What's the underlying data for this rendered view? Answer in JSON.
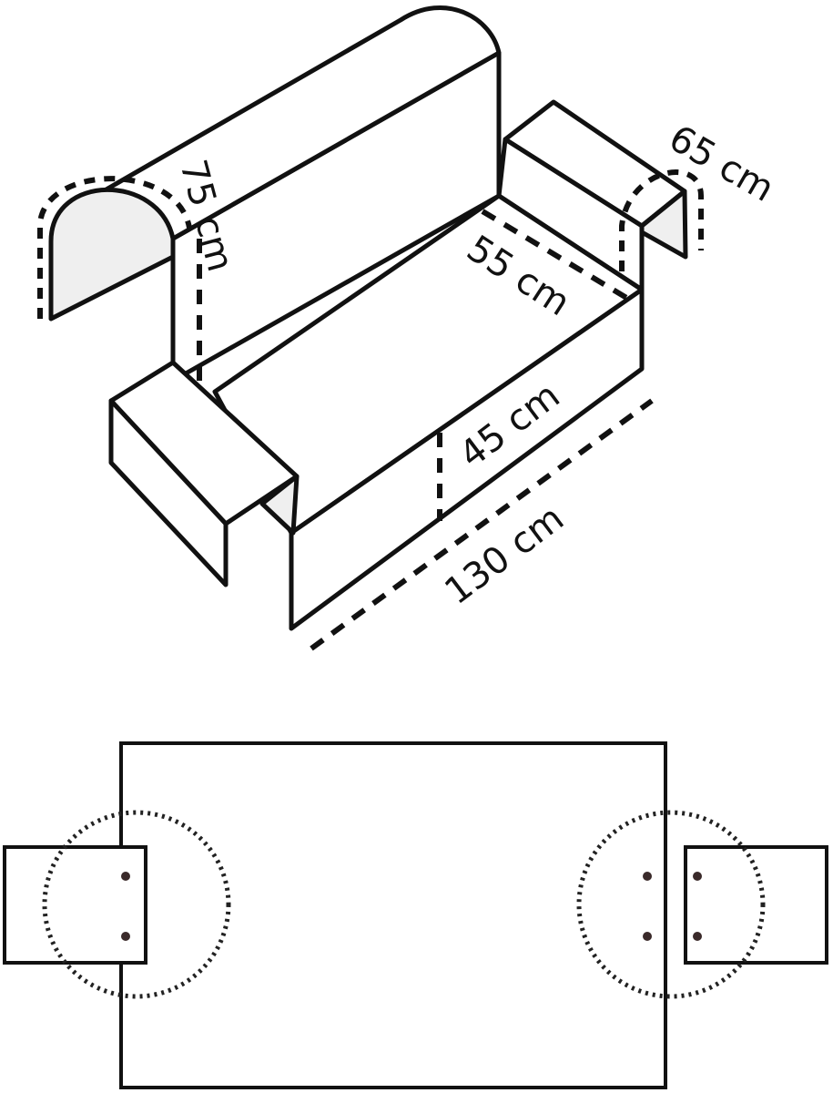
{
  "dimensions": {
    "backrest_height": "75 cm",
    "armrest_width": "65 cm",
    "seat_depth": "55 cm",
    "seat_height": "45 cm",
    "total_width": "130 cm"
  }
}
